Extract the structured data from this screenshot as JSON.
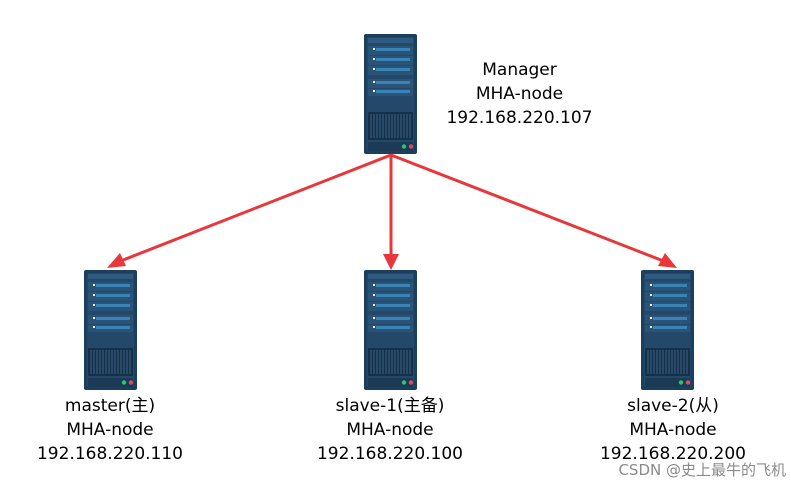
{
  "colors": {
    "arrow": "#e8373a",
    "server_body": "#1d3f5e",
    "server_panel": "#2f6e9a",
    "led_green": "#2ec56a",
    "led_red": "#e04b5a"
  },
  "icons": {
    "server": "server-rack-icon"
  },
  "nodes": {
    "manager": {
      "name": "Manager",
      "role": "MHA-node",
      "ip": "192.168.220.107"
    },
    "master": {
      "name": "master(主)",
      "role": "MHA-node",
      "ip": "192.168.220.110"
    },
    "slave1": {
      "name": "slave-1(主备)",
      "role": "MHA-node",
      "ip": "192.168.220.100"
    },
    "slave2": {
      "name": "slave-2(从)",
      "role": "MHA-node",
      "ip": "192.168.220.200"
    }
  },
  "edges": [
    {
      "from": "manager",
      "to": "master"
    },
    {
      "from": "manager",
      "to": "slave1"
    },
    {
      "from": "manager",
      "to": "slave2"
    }
  ],
  "watermark": "CSDN @史上最牛的飞机"
}
